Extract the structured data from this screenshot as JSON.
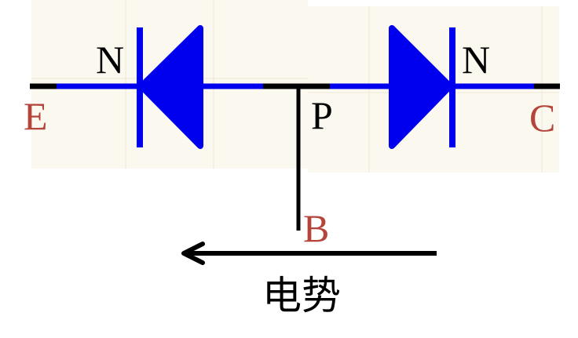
{
  "diagram": {
    "labels": {
      "emitter": "E",
      "collector": "C",
      "base": "B",
      "left_region": "N",
      "middle_region": "P",
      "right_region": "N",
      "caption": "电势"
    },
    "colors": {
      "grid_background": "#fbf8ef",
      "grid_lines": "#eee7d6",
      "diode_blue": "#0000ee",
      "wire_black": "#000000",
      "terminal_label_red": "#b5453a",
      "text_black": "#000000"
    }
  }
}
